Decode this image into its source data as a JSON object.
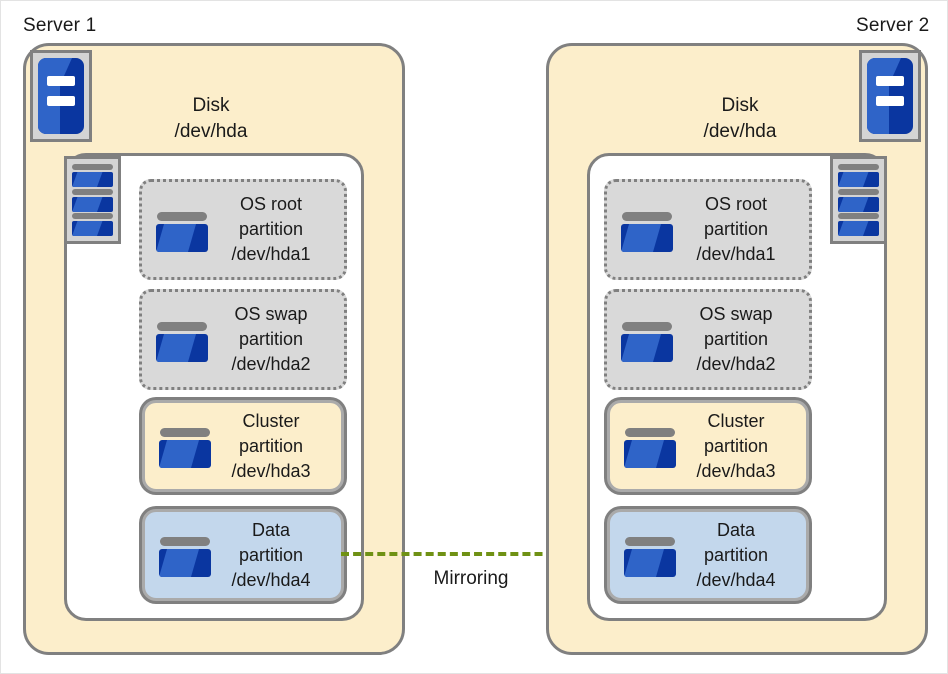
{
  "diagram": {
    "title_hidden": "",
    "colors": {
      "server_panel_fill": "#fceecb",
      "disk_panel_fill": "#ffffff",
      "panel_border": "#808080",
      "os_partition_fill": "#d9d9d9",
      "cluster_partition_fill": "#fceecb",
      "data_partition_fill": "#c3d7ec",
      "icon_blue_light": "#2f64c8",
      "icon_blue_dark": "#0a36a0",
      "mirror_green": "#6f9114"
    }
  },
  "servers": [
    {
      "label": "Server 1",
      "disk_caption_line1": "Disk",
      "disk_caption_line2": "/dev/hda",
      "server_icon_name": "server-tower-icon",
      "stack_icon_name": "disk-stack-icon",
      "partitions": [
        {
          "kind": "os",
          "line1": "OS root",
          "line2": "partition",
          "line3": "/dev/hda1"
        },
        {
          "kind": "os",
          "line1": "OS swap",
          "line2": "partition",
          "line3": "/dev/hda2"
        },
        {
          "kind": "cluster",
          "line1": "Cluster",
          "line2": "partition",
          "line3": "/dev/hda3"
        },
        {
          "kind": "data",
          "line1": "Data",
          "line2": "partition",
          "line3": "/dev/hda4"
        }
      ]
    },
    {
      "label": "Server 2",
      "disk_caption_line1": "Disk",
      "disk_caption_line2": "/dev/hda",
      "server_icon_name": "server-tower-icon",
      "stack_icon_name": "disk-stack-icon",
      "partitions": [
        {
          "kind": "os",
          "line1": "OS root",
          "line2": "partition",
          "line3": "/dev/hda1"
        },
        {
          "kind": "os",
          "line1": "OS swap",
          "line2": "partition",
          "line3": "/dev/hda2"
        },
        {
          "kind": "cluster",
          "line1": "Cluster",
          "line2": "partition",
          "line3": "/dev/hda3"
        },
        {
          "kind": "data",
          "line1": "Data",
          "line2": "partition",
          "line3": "/dev/hda4"
        }
      ]
    }
  ],
  "mirroring": {
    "label": "Mirroring",
    "direction": "left-to-right"
  }
}
